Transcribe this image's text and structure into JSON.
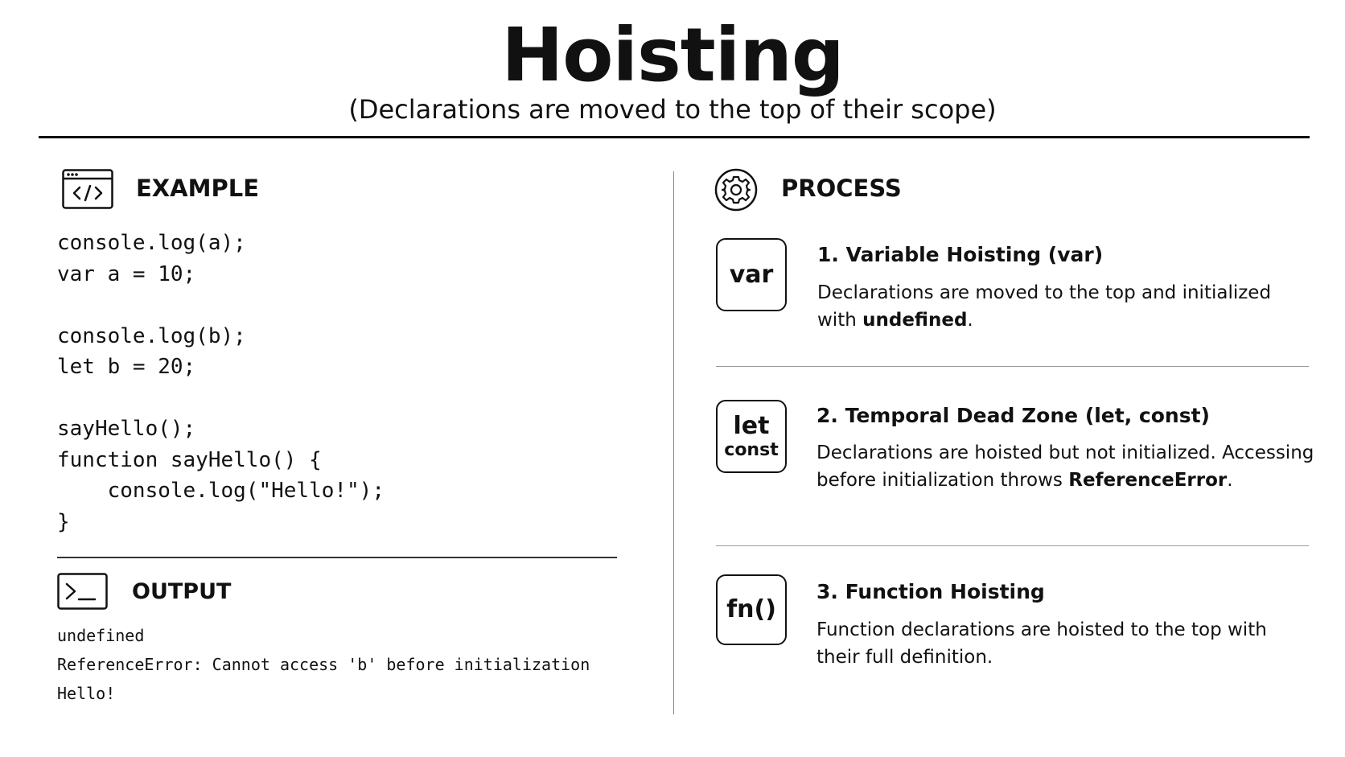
{
  "header": {
    "title": "Hoisting",
    "subtitle": "(Declarations are moved to the top of their scope)"
  },
  "example": {
    "heading": "EXAMPLE",
    "icon": "code-window-icon",
    "code": "console.log(a);\nvar a = 10;\n\nconsole.log(b);\nlet b = 20;\n\nsayHello();\nfunction sayHello() {\n    console.log(\"Hello!\");\n}"
  },
  "output": {
    "heading": "OUTPUT",
    "icon": "terminal-icon",
    "lines": [
      "undefined",
      "ReferenceError: Cannot access 'b' before initialization",
      "Hello!"
    ]
  },
  "process": {
    "heading": "PROCESS",
    "icon": "gear-icon",
    "steps": [
      {
        "badge_main": "var",
        "badge_sub": "",
        "title": "1. Variable Hoisting (var)",
        "body_pre": "Declarations are moved to the top and initialized with ",
        "body_bold": "undefined",
        "body_post": "."
      },
      {
        "badge_main": "let",
        "badge_sub": "const",
        "title": "2. Temporal Dead Zone (let, const)",
        "body_pre": "Declarations are hoisted but not initialized. Accessing before initialization throws ",
        "body_bold": "ReferenceError",
        "body_post": "."
      },
      {
        "badge_main": "fn()",
        "badge_sub": "",
        "title": "3. Function Hoisting",
        "body_pre": "Function declarations are hoisted to the top with their full definition.",
        "body_bold": "",
        "body_post": ""
      }
    ]
  }
}
